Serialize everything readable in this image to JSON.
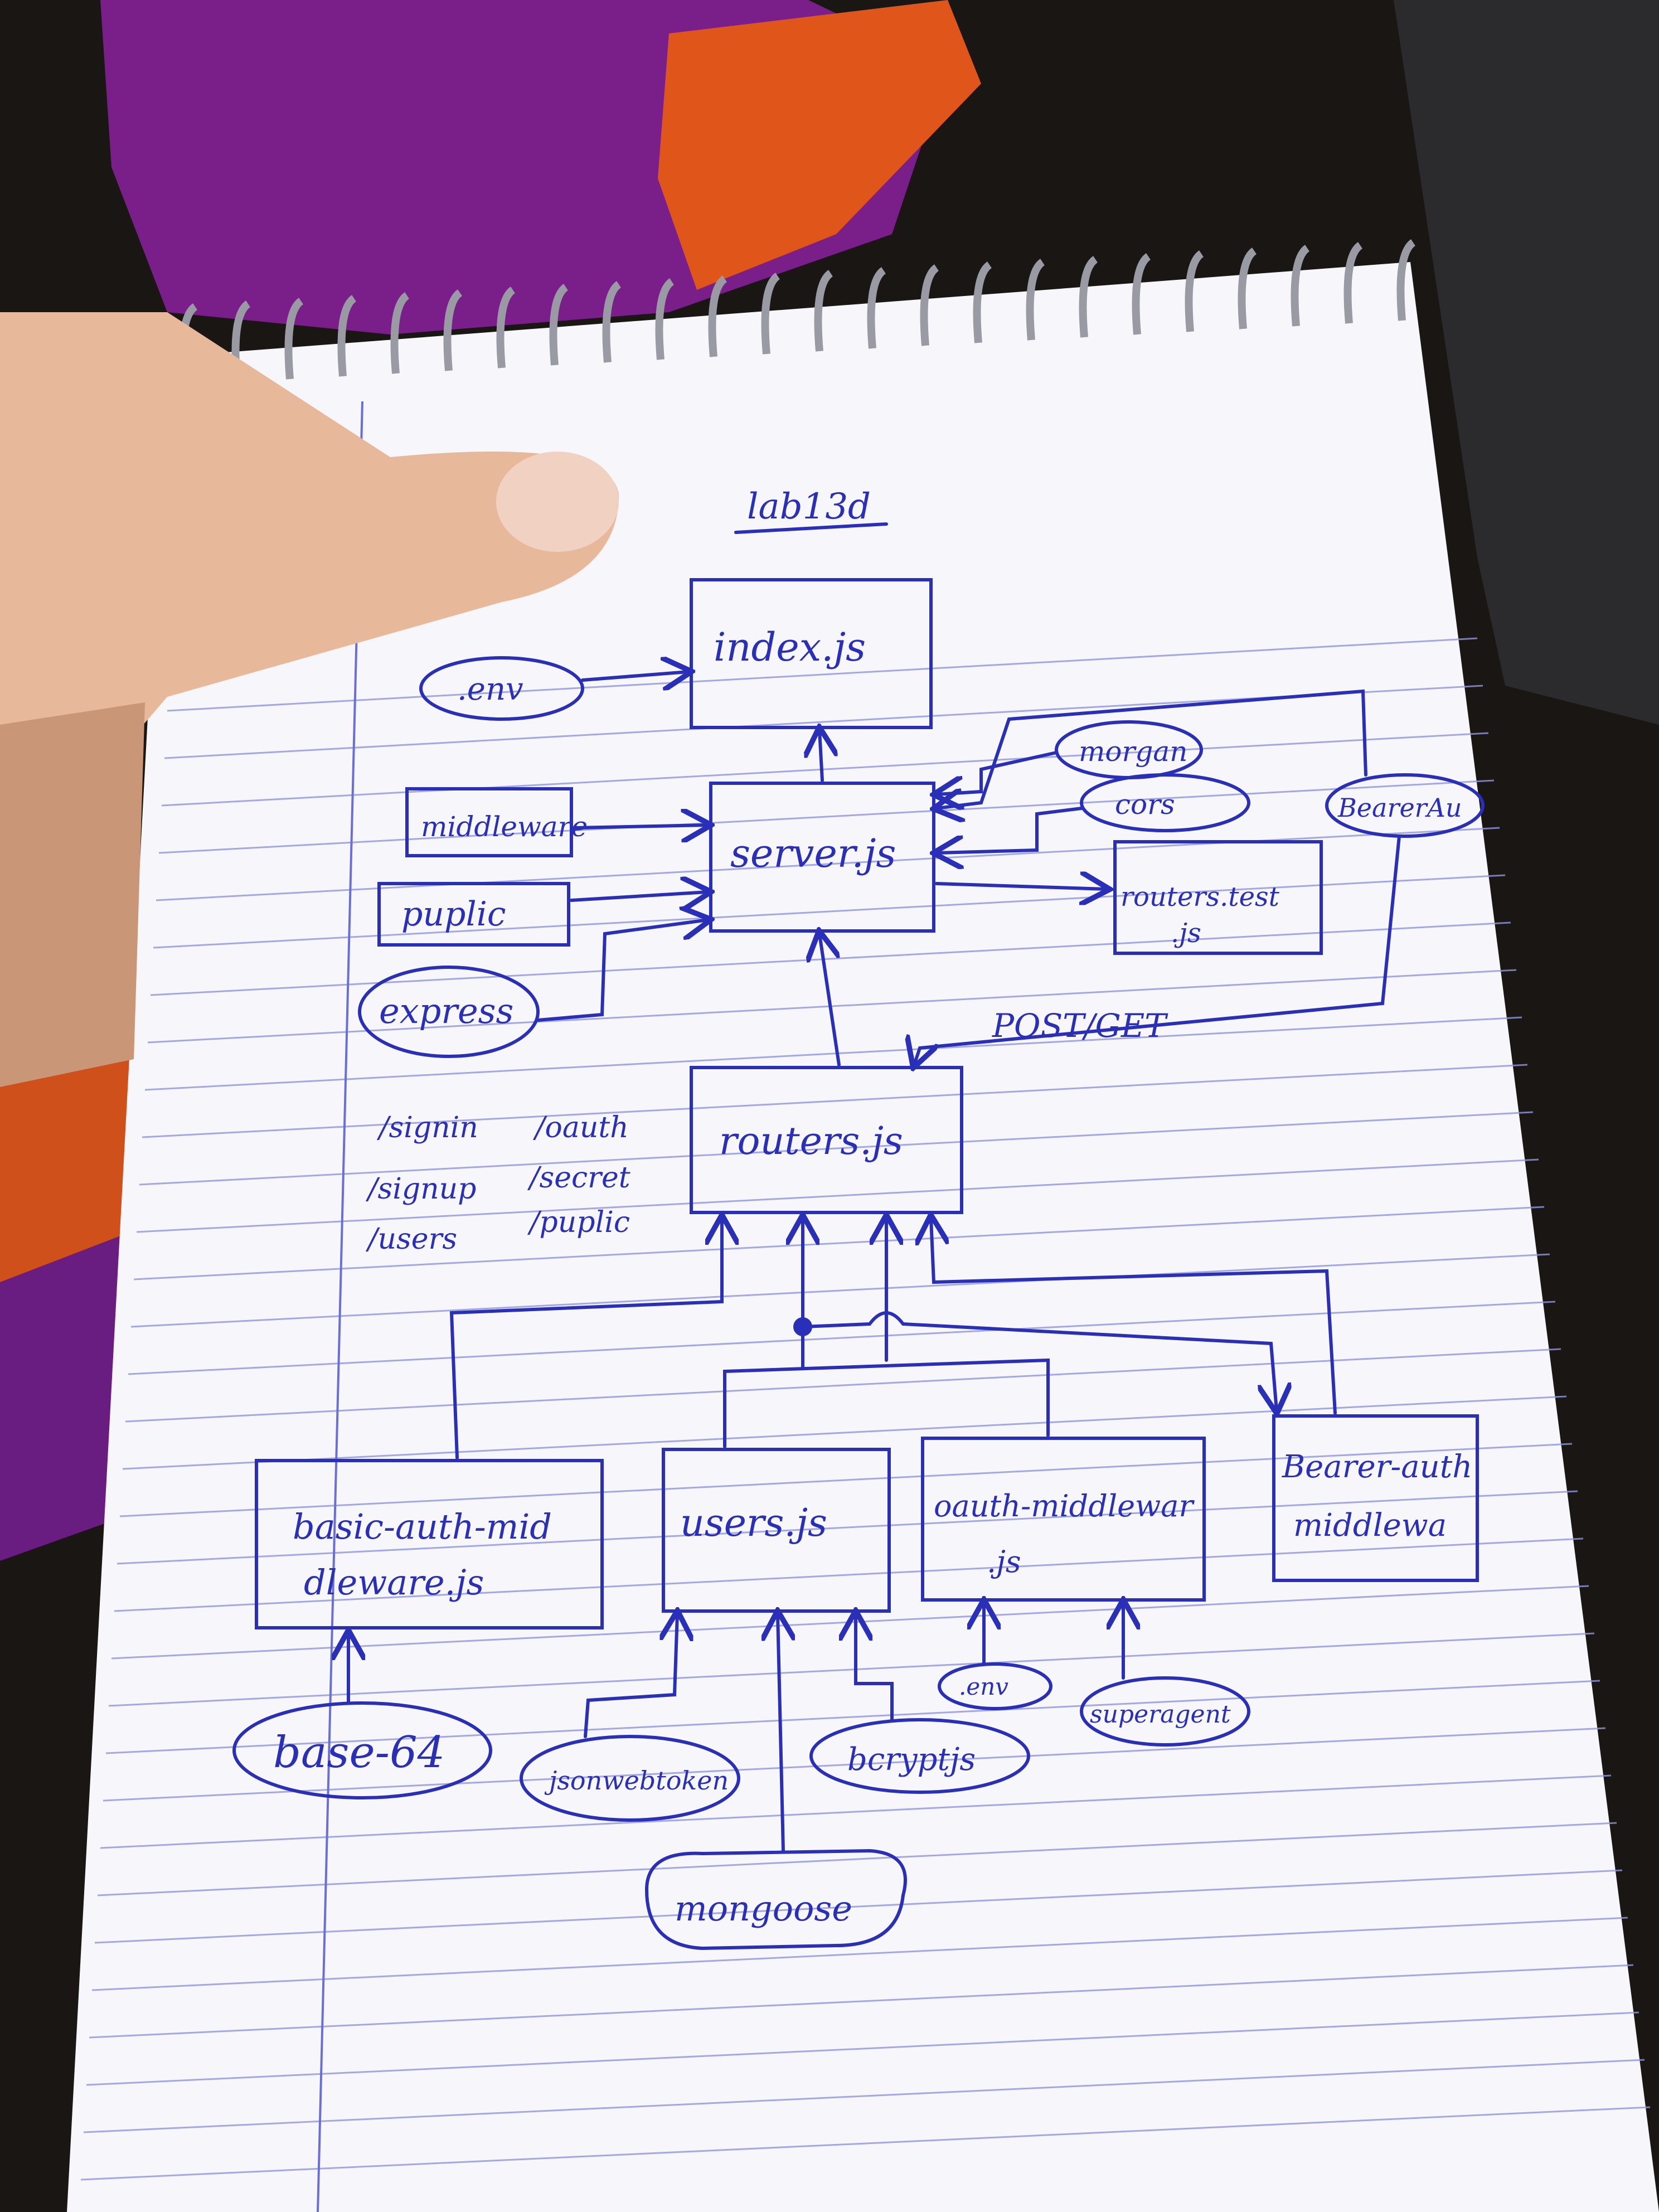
{
  "colors": {
    "ink": "#2a2fb8",
    "paper": "#f7f7fb",
    "rule_line": "#8f95e0",
    "margin_line": "#6a6fd8",
    "background_dark": "#1a1614",
    "fabric_purple": "#7a1f8a",
    "fabric_orange": "#e0561a",
    "skin": "#e8b89a"
  },
  "diagram": {
    "title": "lab13d",
    "nodes": {
      "index": "index.js",
      "env_top": ".env",
      "server": "server.js",
      "morgan": "morgan",
      "cors": "cors",
      "bearer_top": "BearerAu",
      "middleware": "middleware",
      "public": "puplic",
      "express": "express",
      "routers_test": [
        "routers.test",
        ".js"
      ],
      "routers": "routers.js",
      "basic_auth": [
        "basic-auth-mid",
        "dleware.js"
      ],
      "users": "users.js",
      "oauth_mw": [
        "oauth-middlewar",
        ".js"
      ],
      "bearer_mw": [
        "Bearer-auth",
        "middlewa"
      ],
      "base64": "base-64",
      "jsonwebtoken": "jsonwebtoken",
      "bcrypt": "bcryptjs",
      "env_bottom": ".env",
      "superagent": "superagent",
      "mongoose": "mongoose"
    },
    "edge_label": "POST/GET",
    "routes": [
      "/signin",
      "/oauth",
      "/signup",
      "/secret",
      "/users",
      "/puplic"
    ]
  }
}
